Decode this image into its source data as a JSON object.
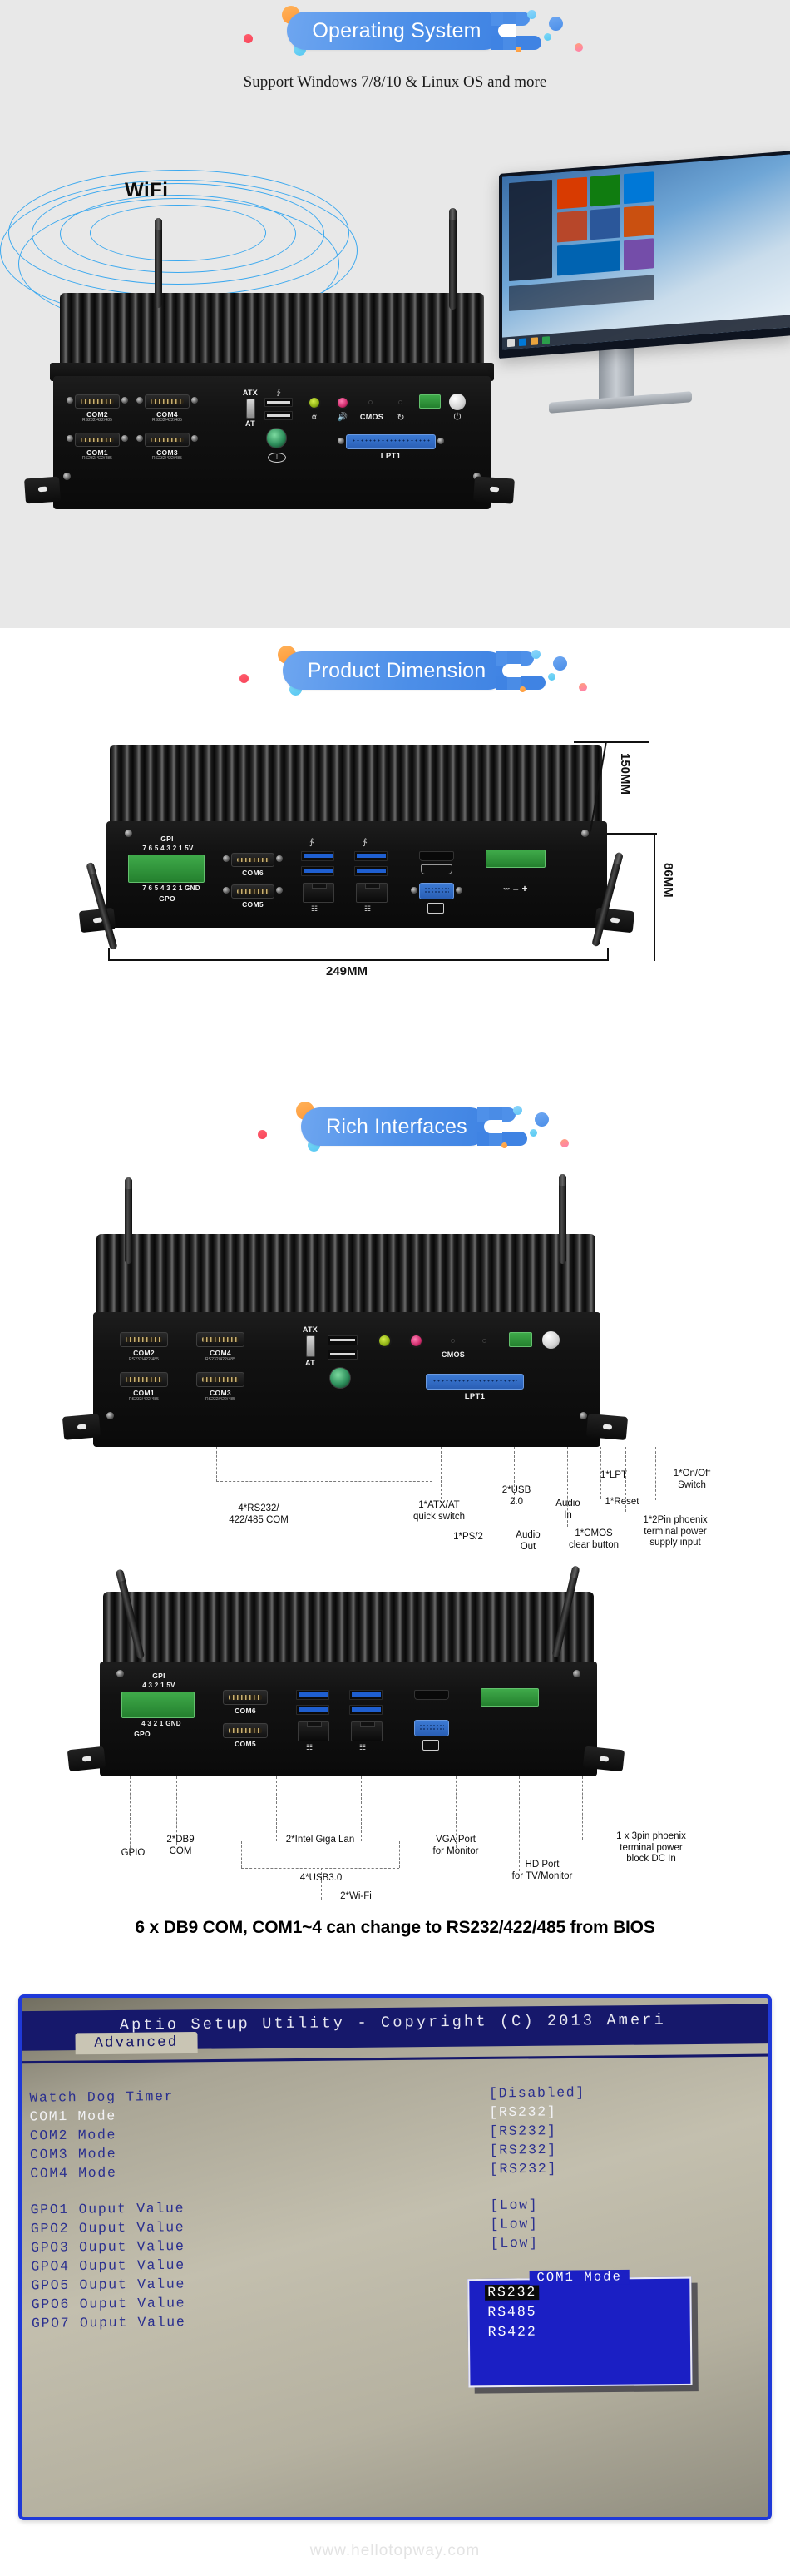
{
  "sections": {
    "os": {
      "title": "Operating System",
      "subtitle": "Support Windows 7/8/10 & Linux OS and more",
      "wifi_label": "WiFi"
    },
    "dimension": {
      "title": "Product Dimension",
      "width_label": "249MM",
      "depth_label": "150MM",
      "height_label": "86MM"
    },
    "interfaces": {
      "title": "Rich Interfaces",
      "headline": "6 x DB9 COM, COM1~4 can change to RS232/422/485 from BIOS"
    }
  },
  "front_panel": {
    "com_ports": [
      {
        "name": "COM2",
        "sub": "RS232/422/485"
      },
      {
        "name": "COM4",
        "sub": "RS232/422/485"
      },
      {
        "name": "COM1",
        "sub": "RS232/422/485"
      },
      {
        "name": "COM3",
        "sub": "RS232/422/485"
      }
    ],
    "atx_label": "ATX",
    "at_label": "AT",
    "cmos_label": "CMOS",
    "lpt_label": "LPT1"
  },
  "rear_panel": {
    "gpi_label": "GPI",
    "gpo_label": "GPO",
    "gpi_pins": "7 6 5 4 3 2 1 5V",
    "gpo_pins": "7 6 5 4 3 2 1 GND",
    "com_ports": [
      {
        "name": "COM6"
      },
      {
        "name": "COM5"
      }
    ]
  },
  "front_callouts": [
    {
      "text": "4*RS232/\n422/485 COM"
    },
    {
      "text": "1*ATX/AT\nquick switch"
    },
    {
      "text": "1*PS/2"
    },
    {
      "text": "2*USB\n2.0"
    },
    {
      "text": "Audio\nIn"
    },
    {
      "text": "Audio\nOut"
    },
    {
      "text": "1*CMOS\nclear button"
    },
    {
      "text": "1*LPT"
    },
    {
      "text": "1*Reset"
    },
    {
      "text": "1*2Pin phoenix\nterminal power\nsupply input"
    },
    {
      "text": "1*On/Off\nSwitch"
    }
  ],
  "rear_callouts": [
    {
      "text": "GPIO"
    },
    {
      "text": "2*DB9\nCOM"
    },
    {
      "text": "2*Intel Giga Lan"
    },
    {
      "text": "4*USB3.0"
    },
    {
      "text": "2*Wi-Fi"
    },
    {
      "text": "VGA Port\nfor Monitor"
    },
    {
      "text": "HD Port\nfor TV/Monitor"
    },
    {
      "text": "1 x 3pin phoenix\nterminal power\nblock DC In"
    }
  ],
  "bios": {
    "title": "Aptio Setup Utility - Copyright (C) 2013 Ameri",
    "tab": "Advanced",
    "settings": [
      {
        "label": "Watch Dog Timer",
        "value": "[Disabled]",
        "selected": false
      },
      {
        "label": "COM1 Mode",
        "value": "[RS232]",
        "selected": true
      },
      {
        "label": "COM2 Mode",
        "value": "[RS232]",
        "selected": false
      },
      {
        "label": "COM3 Mode",
        "value": "[RS232]",
        "selected": false
      },
      {
        "label": "COM4 Mode",
        "value": "[RS232]",
        "selected": false
      }
    ],
    "gpo_settings": [
      {
        "label": "GPO1 Ouput Value",
        "value": "[Low]"
      },
      {
        "label": "GPO2 Ouput Value",
        "value": "[Low]"
      },
      {
        "label": "GPO3 Ouput Value",
        "value": "[Low]"
      },
      {
        "label": "GPO4 Ouput Value",
        "value": ""
      },
      {
        "label": "GPO5 Ouput Value",
        "value": ""
      },
      {
        "label": "GPO6 Ouput Value",
        "value": ""
      },
      {
        "label": "GPO7 Ouput Value",
        "value": ""
      }
    ],
    "popup": {
      "title": "COM1 Mode",
      "options": [
        {
          "label": "RS232",
          "active": true
        },
        {
          "label": "RS485",
          "active": false
        },
        {
          "label": "RS422",
          "active": false
        }
      ]
    }
  },
  "watermark": "www.hellotopway.com",
  "colors": {
    "pill_blue": "#4d8fe8",
    "bios_blue": "#16186b",
    "popup_blue": "#1b1fc4",
    "accent_orange": "#ff9838",
    "accent_cyan": "#57c8f2",
    "accent_red": "#f8445a"
  }
}
